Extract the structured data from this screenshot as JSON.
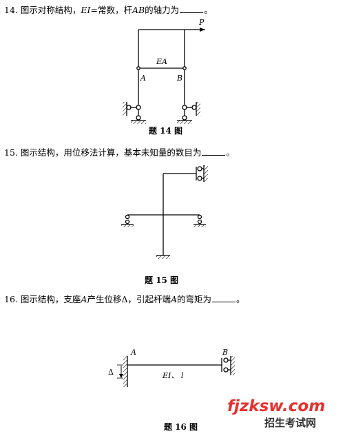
{
  "q14": {
    "number": "14.",
    "before": "图示对称结构，",
    "ei": "EI",
    "middle": "=常数，杆",
    "ab": "AB",
    "after": "的轴力为",
    "end": "。",
    "caption": "题 14 图",
    "labels": {
      "p": "P",
      "ea": "EA",
      "a": "A",
      "b": "B"
    }
  },
  "q15": {
    "number": "15.",
    "text": "图示结构，用位移法计算，基本未知量的数目为",
    "end": "。",
    "caption": "题 15 图"
  },
  "q16": {
    "number": "16.",
    "before": "图示结构，支座",
    "a": "A",
    "mid": "产生位移Δ，引起杆端",
    "a2": "A",
    "after": "的弯矩为",
    "end": "。",
    "caption": "题 16 图",
    "labels": {
      "a": "A",
      "b": "B",
      "delta": "Δ",
      "ei": "EI、 l"
    }
  },
  "watermark": {
    "domain": "fjzksw.com",
    "tagline": "招生考试网"
  }
}
